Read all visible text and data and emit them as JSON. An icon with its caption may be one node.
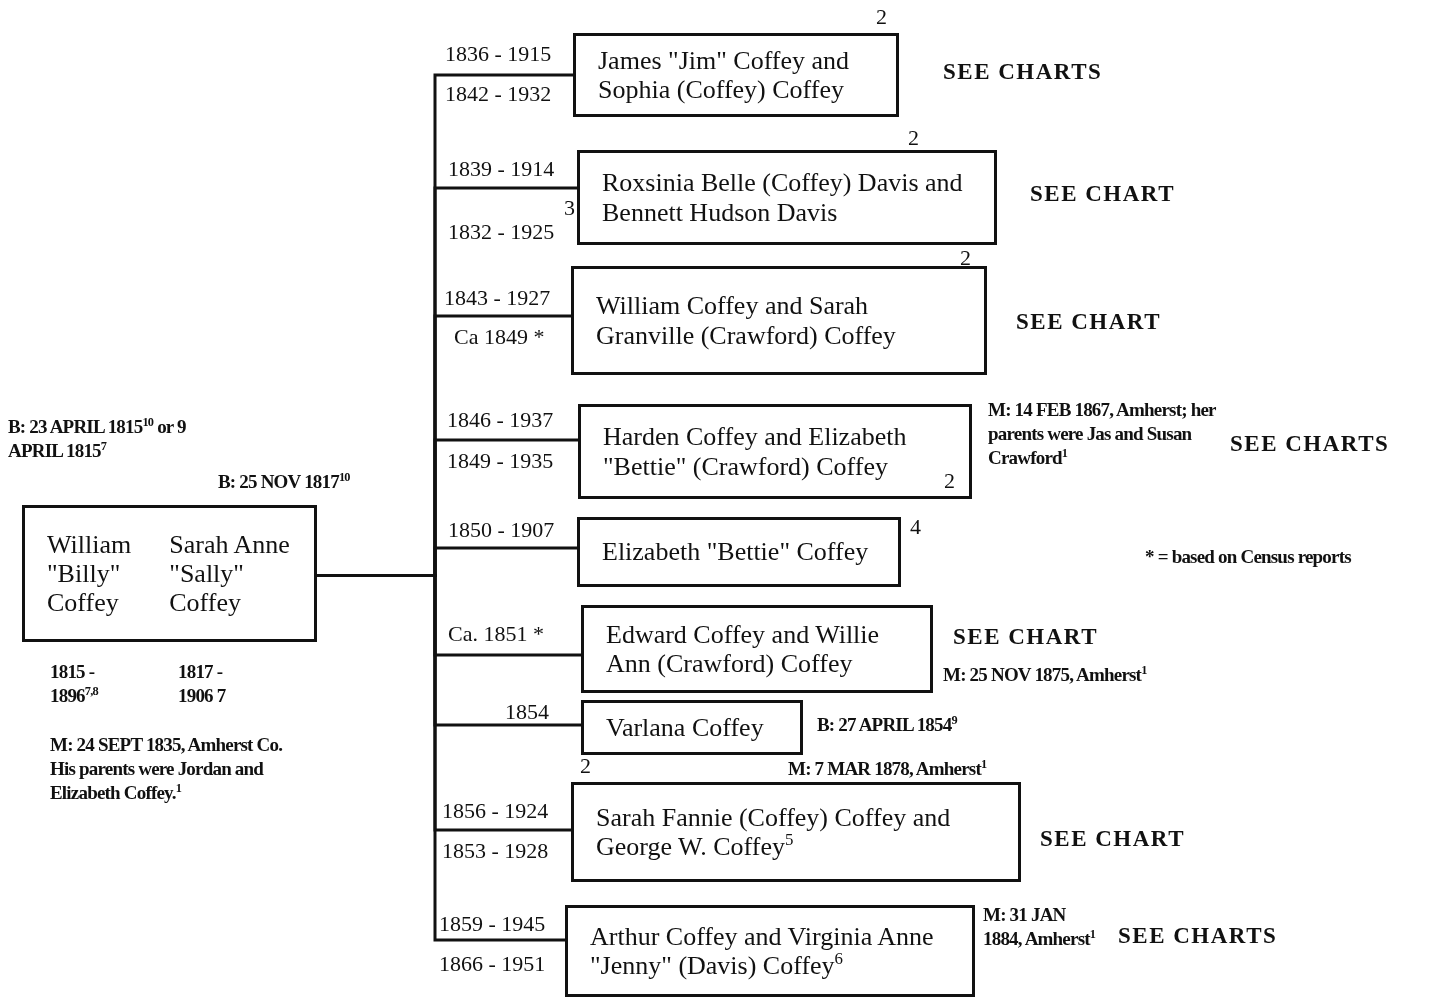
{
  "diagram": {
    "nodes": [
      {
        "text": [
          "William \"Billy\" Coffey",
          "Sarah Anne \"Sally\" Coffey"
        ],
        "beside": [
          "B: 23 APRIL 1815$^{10}$ or 9 APRIL 1815$^{7}$",
          "B: 25 NOV 1817$^{10}$",
          "1815 - 1896$^{7,8}$",
          "1817 - 1906 7",
          "M: 24 SEPT 1835, Amherst Co. His parents were Jordan and Elizabeth Coffey.$^{1}$"
        ]
      },
      {
        "text": [
          "James \"Jim\" Coffey and Sophia (Coffey) Coffey"
        ],
        "beside": [
          "1836 - 1915",
          "1842 - 1932",
          "2",
          "SEE CHARTS"
        ]
      },
      {
        "text": [
          "Roxsinia Belle (Coffey) Davis and Bennett Hudson Davis"
        ],
        "beside": [
          "1839 - 1914",
          "1832 - 1925",
          "3",
          "2",
          "SEE CHART"
        ]
      },
      {
        "text": [
          "William Coffey and Sarah Granville (Crawford) Coffey"
        ],
        "beside": [
          "1843 - 1927",
          "Ca 1849 *",
          "2",
          "SEE CHART"
        ]
      },
      {
        "text": [
          "Harden Coffey and Elizabeth \"Bettie\" (Crawford) Coffey",
          "2"
        ],
        "beside": [
          "1846 - 1937",
          "1849 - 1935",
          "M: 14 FEB 1867, Amherst; her parents were Jas and Susan Crawford$^{1}$",
          "SEE CHARTS"
        ]
      },
      {
        "text": [
          "Elizabeth \"Bettie\" Coffey"
        ],
        "beside": [
          "1850 - 1907",
          "4"
        ]
      },
      {
        "text": [
          "Edward Coffey and Willie Ann (Crawford) Coffey"
        ],
        "beside": [
          "Ca. 1851 *",
          "SEE CHART",
          "M: 25 NOV 1875, Amherst$^{1}$"
        ]
      },
      {
        "text": [
          "Varlana Coffey"
        ],
        "beside": [
          "1854",
          "B: 27 APRIL 1854$^{9}$"
        ]
      },
      {
        "text": [
          "Sarah Fannie (Coffey) Coffey and George W. Coffey$^{5}$"
        ],
        "beside": [
          "2",
          "M: 7 MAR 1878, Amherst$^{1}$",
          "1856 - 1924",
          "1853 - 1928",
          "SEE CHART"
        ]
      },
      {
        "text": [
          "Arthur Coffey and Virginia Anne \"Jenny\" (Davis) Coffey$^{6}$"
        ],
        "beside": [
          "1859 - 1945",
          "1866 - 1951",
          "M: 31 JAN 1884, Amherst$^{1}$",
          "SEE CHARTS"
        ]
      }
    ],
    "edges": [
      {
        "from": 0,
        "to": 1,
        "arrow": "none"
      },
      {
        "from": 0,
        "to": 2,
        "arrow": "none"
      },
      {
        "from": 0,
        "to": 3,
        "arrow": "none"
      },
      {
        "from": 0,
        "to": 4,
        "arrow": "none"
      },
      {
        "from": 0,
        "to": 5,
        "arrow": "none"
      },
      {
        "from": 0,
        "to": 6,
        "arrow": "none"
      },
      {
        "from": 0,
        "to": 7,
        "arrow": "none"
      },
      {
        "from": 0,
        "to": 8,
        "arrow": "none"
      },
      {
        "from": 0,
        "to": 9,
        "arrow": "none"
      }
    ],
    "labels": [
      "* = based on Census reports"
    ]
  }
}
